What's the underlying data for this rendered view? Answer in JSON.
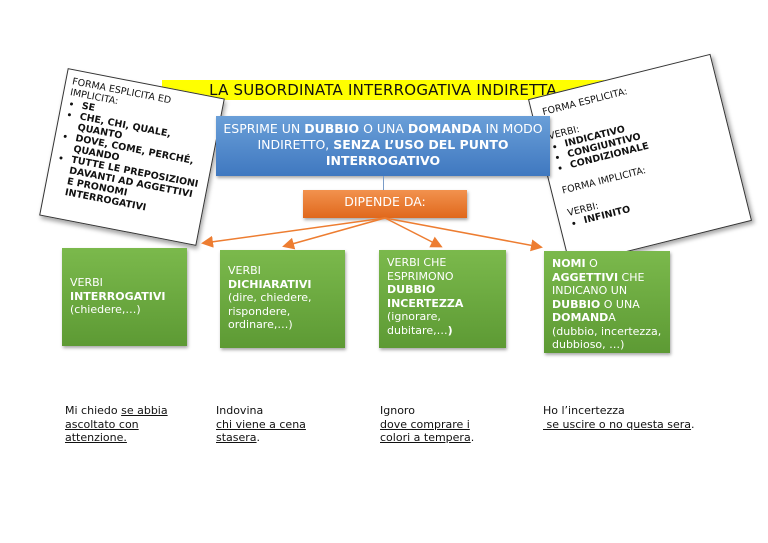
{
  "title": "LA SUBORDINATA INTERROGATIVA INDIRETTA",
  "left_note": {
    "heading": "FORMA ESPLICITA ED IMPLICITA:",
    "items": [
      "SE",
      "CHE, CHI, QUALE, QUANTO",
      "DOVE, COME, PERCHÉ, QUANDO",
      "TUTTE LE PREPOSIZIONI DAVANTI AD AGGETTIVI E PRONOMI INTERROGATIVI"
    ]
  },
  "right_note": {
    "explicit_heading": "FORMA ESPLICITA:",
    "verbs_label_1": "VERBI:",
    "explicit_items": [
      "INDICATIVO",
      "CONGIUNTIVO",
      "CONDIZIONALE"
    ],
    "implicit_heading": "FORMA IMPLICITA:",
    "verbs_label_2": "VERBI:",
    "implicit_items": [
      "INFINITO"
    ]
  },
  "main_box": {
    "t1": "ESPRIME UN ",
    "b1": "DUBBIO",
    "t2": " O UNA ",
    "b2": "DOMANDA",
    "t3": " IN MODO INDIRETTO, ",
    "b3": "SENZA L’USO DEL PUNTO INTERROGATIVO"
  },
  "depends_box": "DIPENDE DA:",
  "categories": [
    {
      "line1": "VERBI",
      "bold": "INTERROGATIVI",
      "rest": "(chiedere,…)"
    },
    {
      "line1": "VERBI",
      "bold": "DICHIARATIVI",
      "rest": "(dire, chiedere, rispondere, ordinare,…)"
    },
    {
      "line1": "VERBI CHE ESPRIMONO",
      "bold": "DUBBIO INCERTEZZA",
      "rest": "(ignorare, dubitare,…",
      "rest_bold": ")"
    },
    {
      "b1": "NOMI",
      "t1": " O ",
      "b2": "AGGETTIVI",
      "t2": " CHE INDICANO UN ",
      "b3": "DUBBIO",
      "t3": " O UNA ",
      "b4": "DOMAND",
      "t4": "A",
      "rest": "(dubbio, incertezza, dubbioso, …)"
    }
  ],
  "examples": [
    {
      "plain": "Mi chiedo ",
      "underlined": "se abbia ascoltato con attenzione.",
      "after": ""
    },
    {
      "plain": "Indovina",
      "underlined": "chi viene a cena stasera",
      "after": "."
    },
    {
      "plain": "Ignoro",
      "underlined": "dove comprare i colori a tempera",
      "after": "."
    },
    {
      "plain": "Ho l’incertezza",
      "underlined": " se uscire o no questa sera",
      "after": "."
    }
  ],
  "colors": {
    "title_bg": "#ffff00",
    "blue": "#4a85c8",
    "orange": "#ed7d31",
    "green": "#6aa83e",
    "arrow": "#ed7d31"
  }
}
